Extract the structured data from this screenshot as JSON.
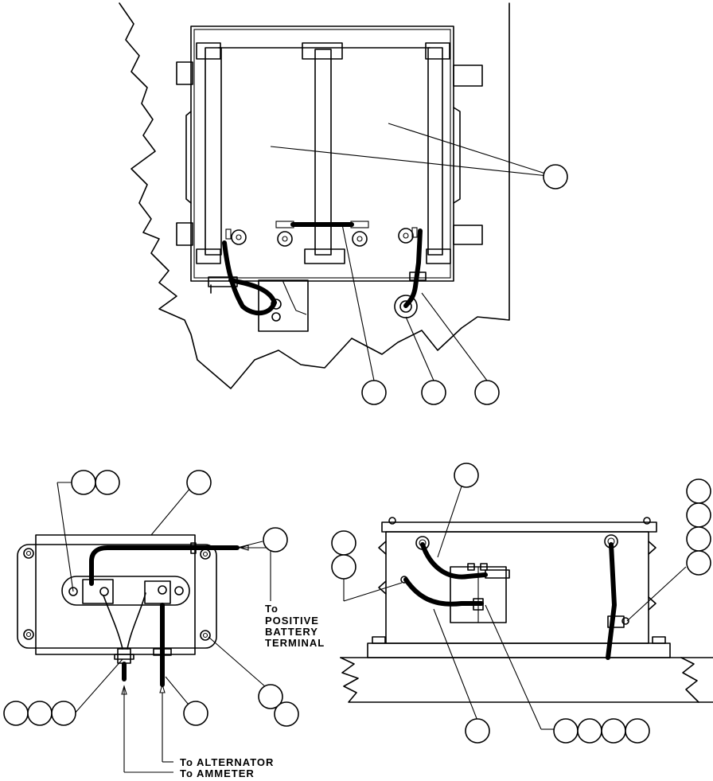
{
  "labels": {
    "positive_terminal": [
      "To",
      "POSITIVE",
      "BATTERY",
      "TERMINAL"
    ],
    "alternator": "To ALTERNATOR",
    "ammeter": "To AMMETER"
  }
}
